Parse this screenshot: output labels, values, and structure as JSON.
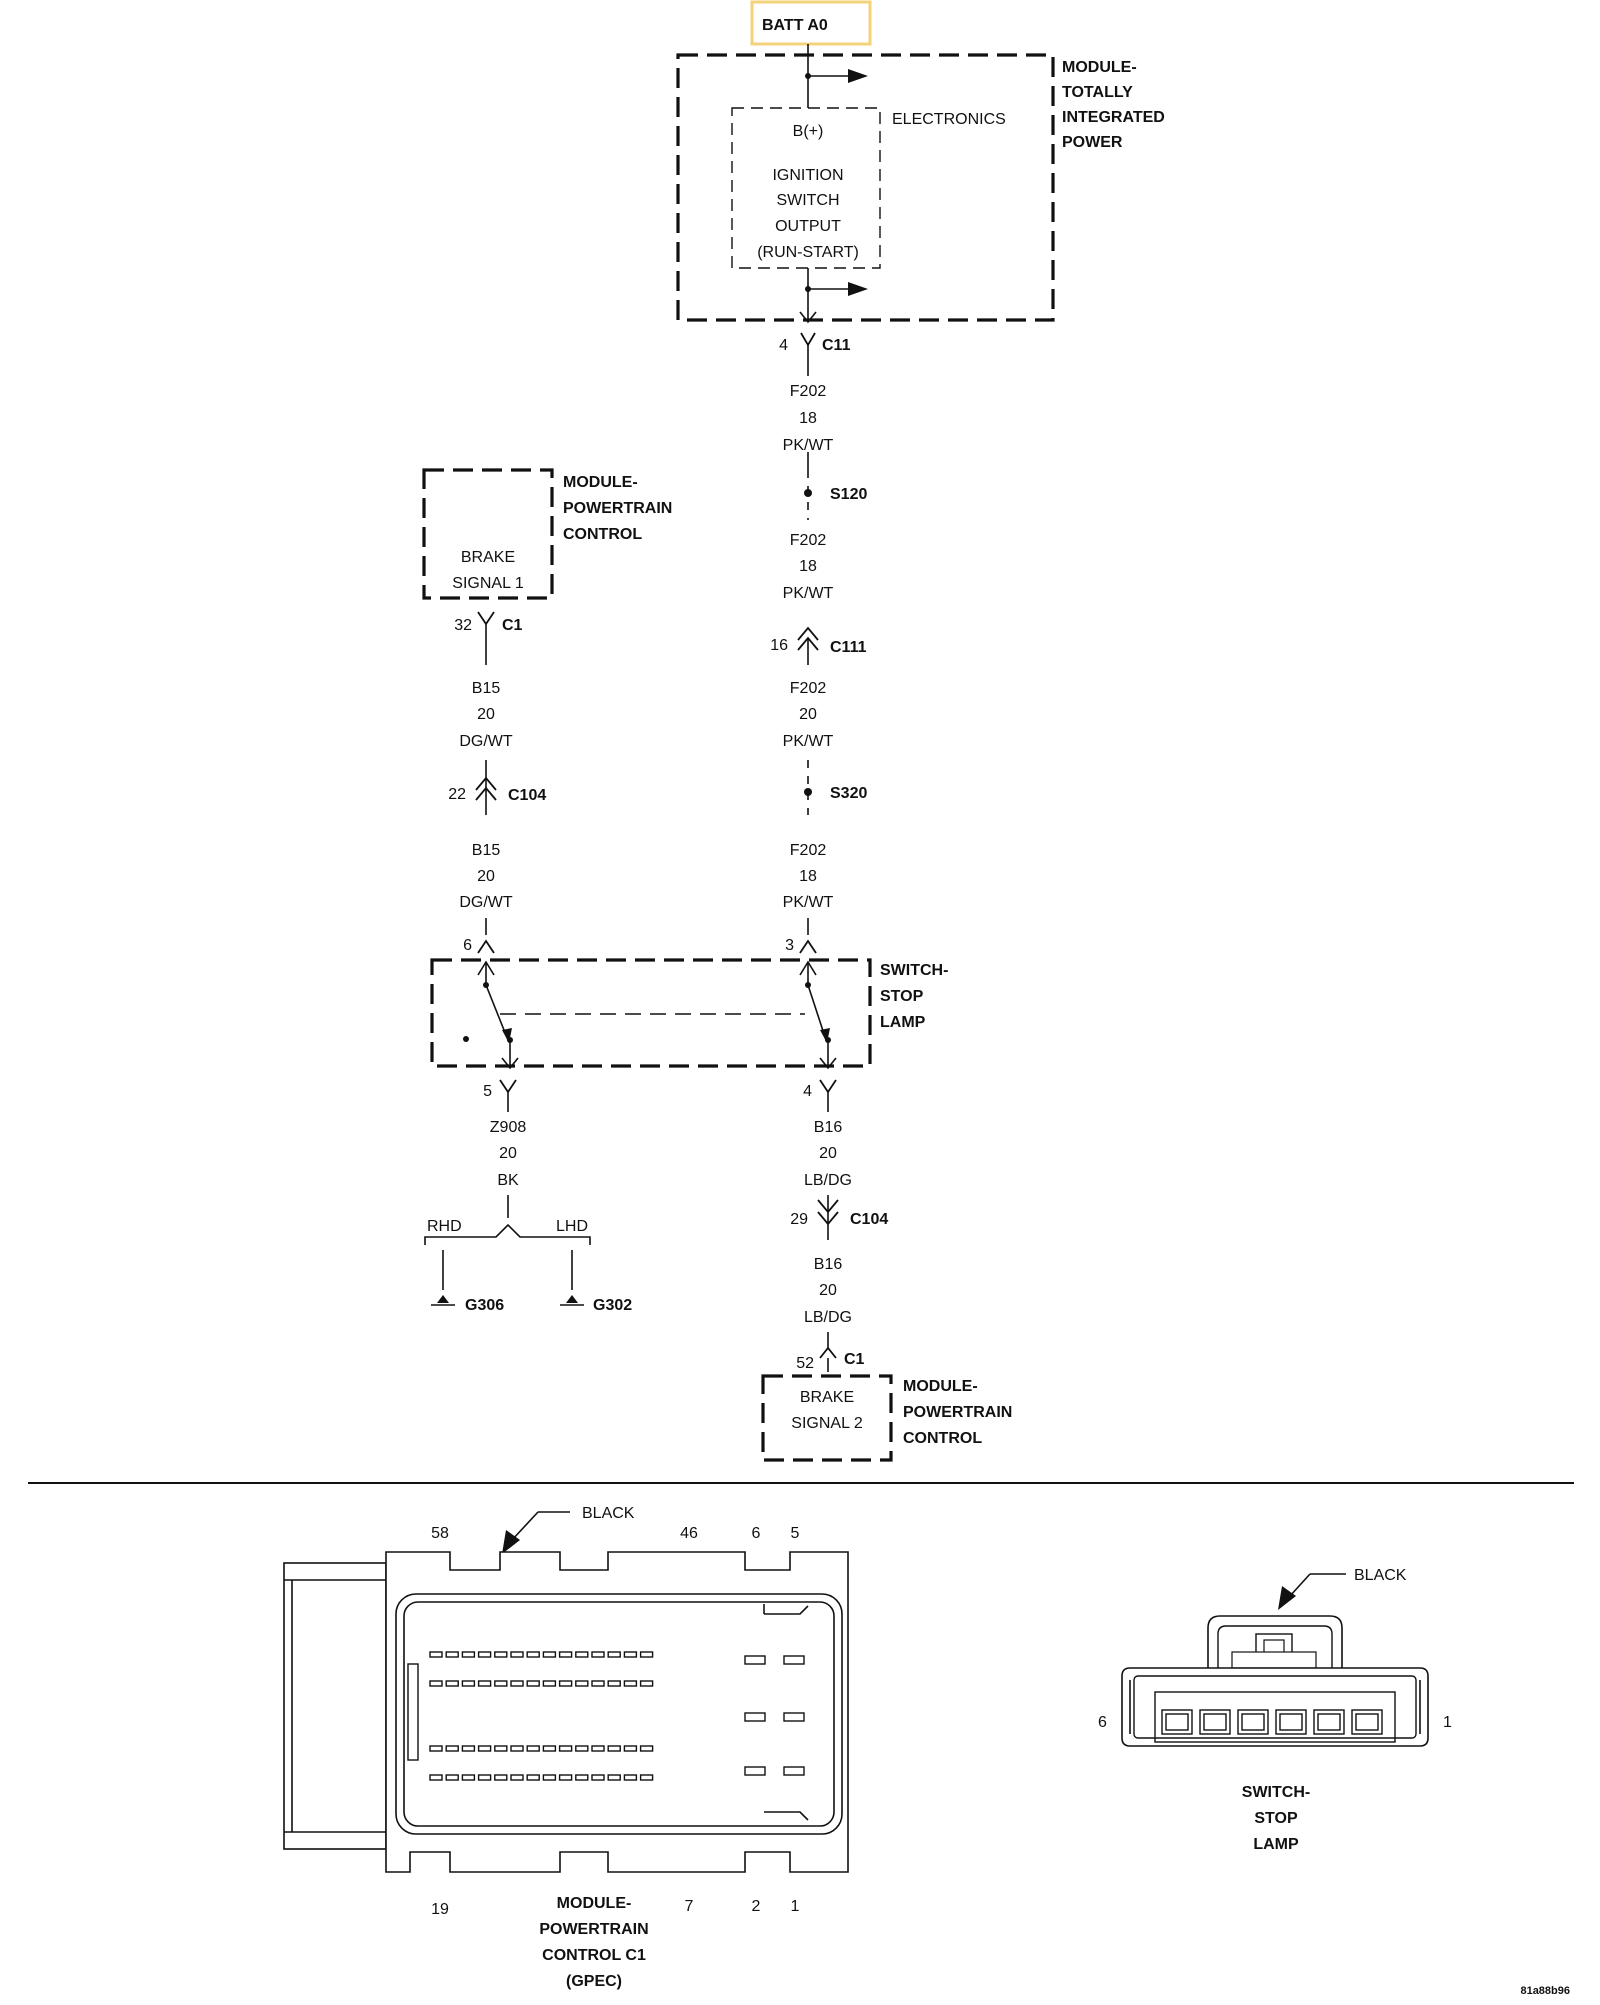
{
  "top_label": "BATT A0",
  "tipm": {
    "title": [
      "MODULE-",
      "TOTALLY",
      "INTEGRATED",
      "POWER"
    ],
    "electronics": "ELECTRONICS",
    "bplus": "B(+)",
    "ign": [
      "IGNITION",
      "SWITCH",
      "OUTPUT",
      "(RUN-START)"
    ],
    "pin": "4",
    "conn": "C11"
  },
  "right_branch": {
    "w1": [
      "F202",
      "18",
      "PK/WT"
    ],
    "splice1": "S120",
    "w2": [
      "F202",
      "18",
      "PK/WT"
    ],
    "c111_pin": "16",
    "c111": "C111",
    "w3": [
      "F202",
      "20",
      "PK/WT"
    ],
    "splice2": "S320",
    "w4": [
      "F202",
      "18",
      "PK/WT"
    ],
    "sw_in_pin": "3",
    "sw_out_pin": "4",
    "w5": [
      "B16",
      "20",
      "LB/DG"
    ],
    "c104_pin": "29",
    "c104": "C104",
    "w6": [
      "B16",
      "20",
      "LB/DG"
    ],
    "pcm_pin": "52",
    "pcm_conn": "C1",
    "pcm_box": [
      "BRAKE",
      "SIGNAL 2"
    ],
    "pcm_title": [
      "MODULE-",
      "POWERTRAIN",
      "CONTROL"
    ]
  },
  "left_branch": {
    "pcm_title": [
      "MODULE-",
      "POWERTRAIN",
      "CONTROL"
    ],
    "pcm_box": [
      "BRAKE",
      "SIGNAL 1"
    ],
    "pcm_pin": "32",
    "pcm_conn": "C1",
    "w1": [
      "B15",
      "20",
      "DG/WT"
    ],
    "c104_pin": "22",
    "c104": "C104",
    "w2": [
      "B15",
      "20",
      "DG/WT"
    ],
    "sw_in_pin": "6",
    "sw_out_pin": "5",
    "w3": [
      "Z908",
      "20",
      "BK"
    ],
    "rhd": "RHD",
    "lhd": "LHD",
    "g1": "G306",
    "g2": "G302"
  },
  "switch_title": [
    "SWITCH-",
    "STOP",
    "LAMP"
  ],
  "pcm_connector": {
    "color": "BLACK",
    "top_pins": [
      "58",
      "46",
      "6",
      "5"
    ],
    "bottom_pins": [
      "19",
      "7",
      "2",
      "1"
    ],
    "caption": [
      "MODULE-",
      "POWERTRAIN",
      "CONTROL C1",
      "(GPEC)"
    ]
  },
  "switch_connector": {
    "color": "BLACK",
    "pin_left": "6",
    "pin_right": "1",
    "caption": [
      "SWITCH-",
      "STOP",
      "LAMP"
    ]
  },
  "code": "81a88b96",
  "colors": {
    "highlight": "#f3d27a",
    "ink": "#111111"
  }
}
